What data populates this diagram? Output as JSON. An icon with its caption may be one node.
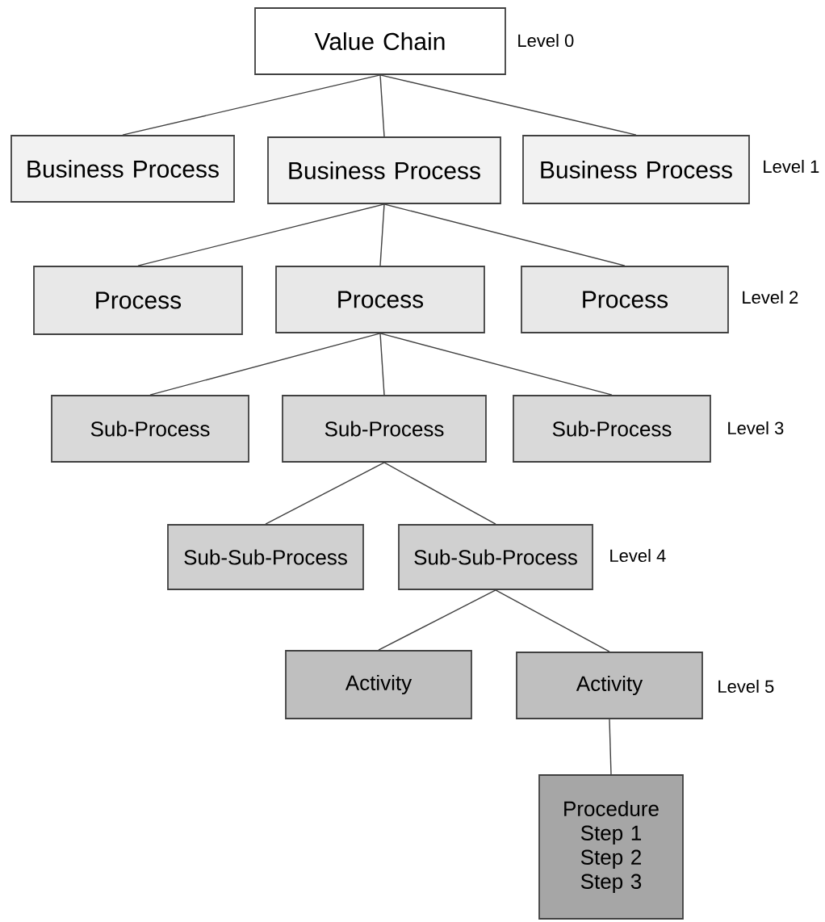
{
  "diagram": {
    "nodes": [
      {
        "text": [
          "Value Chain"
        ]
      },
      {
        "text": [
          "Business Process"
        ]
      },
      {
        "text": [
          "Business Process"
        ]
      },
      {
        "text": [
          "Business Process"
        ]
      },
      {
        "text": [
          "Process"
        ]
      },
      {
        "text": [
          "Process"
        ]
      },
      {
        "text": [
          "Process"
        ]
      },
      {
        "text": [
          "Sub-Process"
        ]
      },
      {
        "text": [
          "Sub-Process"
        ]
      },
      {
        "text": [
          "Sub-Process"
        ]
      },
      {
        "text": [
          "Sub-Sub-Process"
        ]
      },
      {
        "text": [
          "Sub-Sub-Process"
        ]
      },
      {
        "text": [
          "Activity"
        ]
      },
      {
        "text": [
          "Activity"
        ]
      },
      {
        "text": [
          "Procedure Step 1 Step 2 Step 3"
        ]
      }
    ],
    "edges": [
      {
        "from": 0,
        "to": 1,
        "arrow": "none"
      },
      {
        "from": 0,
        "to": 2,
        "arrow": "none"
      },
      {
        "from": 0,
        "to": 3,
        "arrow": "none"
      },
      {
        "from": 2,
        "to": 4,
        "arrow": "none"
      },
      {
        "from": 2,
        "to": 5,
        "arrow": "none"
      },
      {
        "from": 2,
        "to": 6,
        "arrow": "none"
      },
      {
        "from": 5,
        "to": 7,
        "arrow": "none"
      },
      {
        "from": 5,
        "to": 8,
        "arrow": "none"
      },
      {
        "from": 5,
        "to": 9,
        "arrow": "none"
      },
      {
        "from": 8,
        "to": 10,
        "arrow": "none"
      },
      {
        "from": 8,
        "to": 11,
        "arrow": "none"
      },
      {
        "from": 11,
        "to": 12,
        "arrow": "none"
      },
      {
        "from": 11,
        "to": 13,
        "arrow": "none"
      },
      {
        "from": 13,
        "to": 14,
        "arrow": "none"
      }
    ],
    "labels": [
      "Level 0",
      "Level 1",
      "Level 2",
      "Level 3",
      "Level 4",
      "Level 5"
    ]
  }
}
